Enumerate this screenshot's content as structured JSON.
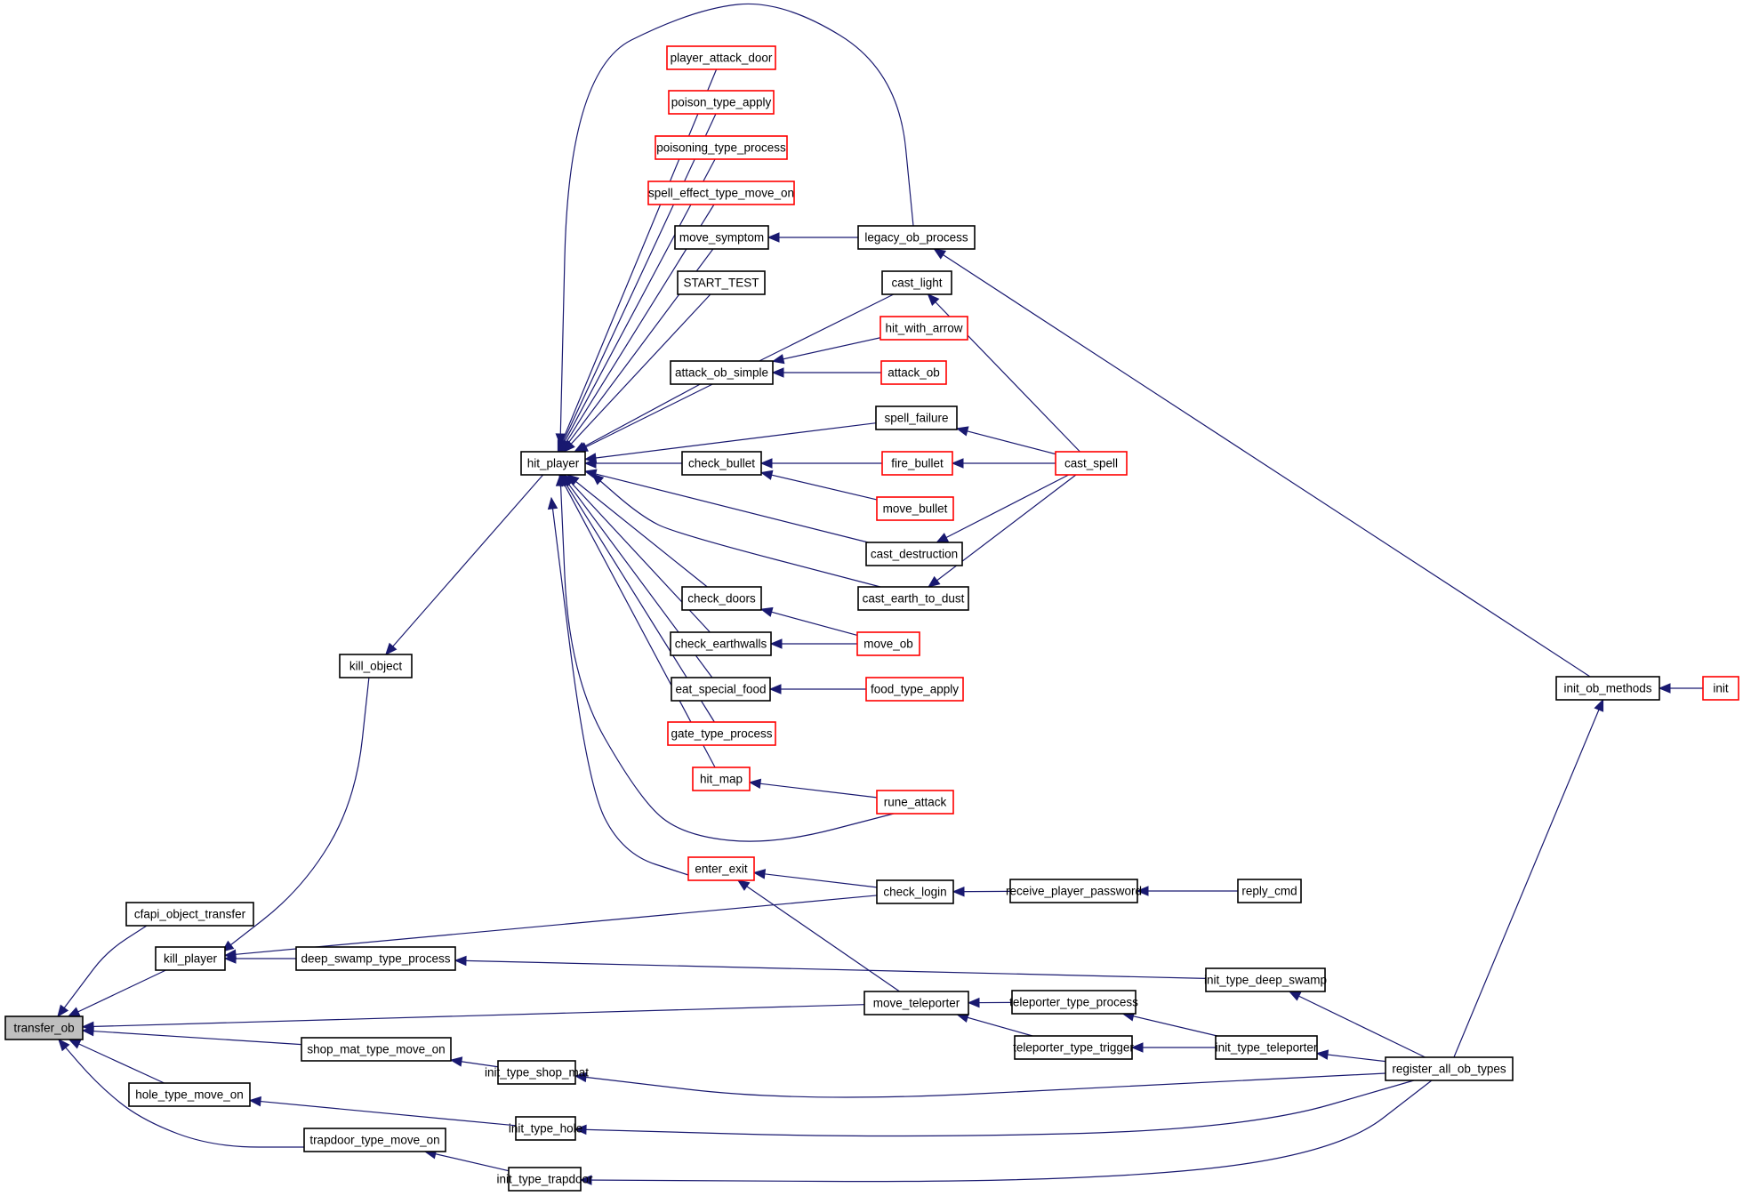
{
  "diagram": {
    "type": "caller-graph",
    "colors": {
      "edge": "#191970",
      "normal_border": "#000000",
      "truncated_border": "#ff0000",
      "root_fill": "#bfbfbf",
      "node_fill": "#ffffff"
    },
    "nodes": [
      {
        "id": "transfer_ob",
        "label": "transfer_ob",
        "style": "root"
      },
      {
        "id": "cfapi_object_transfer",
        "label": "cfapi_object_transfer",
        "style": "normal"
      },
      {
        "id": "kill_player",
        "label": "kill_player",
        "style": "normal"
      },
      {
        "id": "hole_type_move_on",
        "label": "hole_type_move_on",
        "style": "normal"
      },
      {
        "id": "kill_object",
        "label": "kill_object",
        "style": "normal"
      },
      {
        "id": "deep_swamp_type_process",
        "label": "deep_swamp_type_process",
        "style": "normal"
      },
      {
        "id": "shop_mat_type_move_on",
        "label": "shop_mat_type_move_on",
        "style": "normal"
      },
      {
        "id": "trapdoor_type_move_on",
        "label": "trapdoor_type_move_on",
        "style": "normal"
      },
      {
        "id": "hit_player",
        "label": "hit_player",
        "style": "normal"
      },
      {
        "id": "player_attack_door",
        "label": "player_attack_door",
        "style": "truncated"
      },
      {
        "id": "poison_type_apply",
        "label": "poison_type_apply",
        "style": "truncated"
      },
      {
        "id": "poisoning_type_process",
        "label": "poisoning_type_process",
        "style": "truncated"
      },
      {
        "id": "spell_effect_type_move_on",
        "label": "spell_effect_type_move_on",
        "style": "truncated"
      },
      {
        "id": "move_symptom",
        "label": "move_symptom",
        "style": "normal"
      },
      {
        "id": "START_TEST",
        "label": "START_TEST",
        "style": "normal"
      },
      {
        "id": "attack_ob_simple",
        "label": "attack_ob_simple",
        "style": "normal"
      },
      {
        "id": "check_bullet",
        "label": "check_bullet",
        "style": "normal"
      },
      {
        "id": "check_doors",
        "label": "check_doors",
        "style": "normal"
      },
      {
        "id": "check_earthwalls",
        "label": "check_earthwalls",
        "style": "normal"
      },
      {
        "id": "eat_special_food",
        "label": "eat_special_food",
        "style": "normal"
      },
      {
        "id": "gate_type_process",
        "label": "gate_type_process",
        "style": "truncated"
      },
      {
        "id": "hit_map",
        "label": "hit_map",
        "style": "truncated"
      },
      {
        "id": "enter_exit",
        "label": "enter_exit",
        "style": "truncated"
      },
      {
        "id": "init_type_shop_mat",
        "label": "init_type_shop_mat",
        "style": "normal"
      },
      {
        "id": "init_type_hole",
        "label": "init_type_hole",
        "style": "normal"
      },
      {
        "id": "init_type_trapdoor",
        "label": "init_type_trapdoor",
        "style": "normal"
      },
      {
        "id": "legacy_ob_process",
        "label": "legacy_ob_process",
        "style": "normal"
      },
      {
        "id": "cast_light",
        "label": "cast_light",
        "style": "normal"
      },
      {
        "id": "hit_with_arrow",
        "label": "hit_with_arrow",
        "style": "truncated"
      },
      {
        "id": "attack_ob",
        "label": "attack_ob",
        "style": "truncated"
      },
      {
        "id": "spell_failure",
        "label": "spell_failure",
        "style": "normal"
      },
      {
        "id": "fire_bullet",
        "label": "fire_bullet",
        "style": "truncated"
      },
      {
        "id": "move_bullet",
        "label": "move_bullet",
        "style": "truncated"
      },
      {
        "id": "cast_destruction",
        "label": "cast_destruction",
        "style": "normal"
      },
      {
        "id": "cast_earth_to_dust",
        "label": "cast_earth_to_dust",
        "style": "normal"
      },
      {
        "id": "move_ob",
        "label": "move_ob",
        "style": "truncated"
      },
      {
        "id": "food_type_apply",
        "label": "food_type_apply",
        "style": "truncated"
      },
      {
        "id": "rune_attack",
        "label": "rune_attack",
        "style": "truncated"
      },
      {
        "id": "check_login",
        "label": "check_login",
        "style": "normal"
      },
      {
        "id": "move_teleporter",
        "label": "move_teleporter",
        "style": "normal"
      },
      {
        "id": "cast_spell",
        "label": "cast_spell",
        "style": "truncated"
      },
      {
        "id": "receive_player_password",
        "label": "receive_player_password",
        "style": "normal"
      },
      {
        "id": "reply_cmd",
        "label": "reply_cmd",
        "style": "normal"
      },
      {
        "id": "init_type_deep_swamp",
        "label": "init_type_deep_swamp",
        "style": "normal"
      },
      {
        "id": "teleporter_type_process",
        "label": "teleporter_type_process",
        "style": "normal"
      },
      {
        "id": "teleporter_type_trigger",
        "label": "teleporter_type_trigger",
        "style": "normal"
      },
      {
        "id": "init_type_teleporter",
        "label": "init_type_teleporter",
        "style": "normal"
      },
      {
        "id": "init_ob_methods",
        "label": "init_ob_methods",
        "style": "normal"
      },
      {
        "id": "init",
        "label": "init",
        "style": "truncated"
      },
      {
        "id": "register_all_ob_types",
        "label": "register_all_ob_types",
        "style": "normal"
      }
    ],
    "edges": [
      {
        "from": "cfapi_object_transfer",
        "to": "transfer_ob"
      },
      {
        "from": "kill_player",
        "to": "transfer_ob"
      },
      {
        "from": "move_teleporter",
        "to": "transfer_ob"
      },
      {
        "from": "shop_mat_type_move_on",
        "to": "transfer_ob"
      },
      {
        "from": "hole_type_move_on",
        "to": "transfer_ob"
      },
      {
        "from": "trapdoor_type_move_on",
        "to": "transfer_ob"
      },
      {
        "from": "kill_object",
        "to": "kill_player"
      },
      {
        "from": "check_login",
        "to": "kill_player"
      },
      {
        "from": "deep_swamp_type_process",
        "to": "kill_player"
      },
      {
        "from": "hit_player",
        "to": "kill_object"
      },
      {
        "from": "legacy_ob_process",
        "to": "hit_player"
      },
      {
        "from": "player_attack_door",
        "to": "hit_player"
      },
      {
        "from": "poison_type_apply",
        "to": "hit_player"
      },
      {
        "from": "poisoning_type_process",
        "to": "hit_player"
      },
      {
        "from": "spell_effect_type_move_on",
        "to": "hit_player"
      },
      {
        "from": "move_symptom",
        "to": "hit_player"
      },
      {
        "from": "START_TEST",
        "to": "hit_player"
      },
      {
        "from": "cast_light",
        "to": "hit_player"
      },
      {
        "from": "attack_ob_simple",
        "to": "hit_player"
      },
      {
        "from": "spell_failure",
        "to": "hit_player"
      },
      {
        "from": "check_bullet",
        "to": "hit_player"
      },
      {
        "from": "cast_destruction",
        "to": "hit_player"
      },
      {
        "from": "cast_earth_to_dust",
        "to": "hit_player"
      },
      {
        "from": "check_doors",
        "to": "hit_player"
      },
      {
        "from": "check_earthwalls",
        "to": "hit_player"
      },
      {
        "from": "eat_special_food",
        "to": "hit_player"
      },
      {
        "from": "gate_type_process",
        "to": "hit_player"
      },
      {
        "from": "hit_map",
        "to": "hit_player"
      },
      {
        "from": "rune_attack",
        "to": "hit_player"
      },
      {
        "from": "enter_exit",
        "to": "hit_player"
      },
      {
        "from": "legacy_ob_process",
        "to": "move_symptom"
      },
      {
        "from": "hit_with_arrow",
        "to": "attack_ob_simple"
      },
      {
        "from": "attack_ob",
        "to": "attack_ob_simple"
      },
      {
        "from": "fire_bullet",
        "to": "check_bullet"
      },
      {
        "from": "move_bullet",
        "to": "check_bullet"
      },
      {
        "from": "move_ob",
        "to": "check_doors"
      },
      {
        "from": "move_ob",
        "to": "check_earthwalls"
      },
      {
        "from": "food_type_apply",
        "to": "eat_special_food"
      },
      {
        "from": "rune_attack",
        "to": "hit_map"
      },
      {
        "from": "check_login",
        "to": "enter_exit"
      },
      {
        "from": "move_teleporter",
        "to": "enter_exit"
      },
      {
        "from": "init_ob_methods",
        "to": "legacy_ob_process"
      },
      {
        "from": "cast_spell",
        "to": "cast_light"
      },
      {
        "from": "cast_spell",
        "to": "spell_failure"
      },
      {
        "from": "cast_spell",
        "to": "fire_bullet"
      },
      {
        "from": "cast_spell",
        "to": "cast_destruction"
      },
      {
        "from": "cast_spell",
        "to": "cast_earth_to_dust"
      },
      {
        "from": "receive_player_password",
        "to": "check_login"
      },
      {
        "from": "reply_cmd",
        "to": "receive_player_password"
      },
      {
        "from": "init_type_deep_swamp",
        "to": "deep_swamp_type_process"
      },
      {
        "from": "init_type_shop_mat",
        "to": "shop_mat_type_move_on"
      },
      {
        "from": "init_type_hole",
        "to": "hole_type_move_on"
      },
      {
        "from": "init_type_trapdoor",
        "to": "trapdoor_type_move_on"
      },
      {
        "from": "teleporter_type_process",
        "to": "move_teleporter"
      },
      {
        "from": "teleporter_type_trigger",
        "to": "move_teleporter"
      },
      {
        "from": "init_type_teleporter",
        "to": "teleporter_type_process"
      },
      {
        "from": "init_type_teleporter",
        "to": "teleporter_type_trigger"
      },
      {
        "from": "register_all_ob_types",
        "to": "init_type_deep_swamp"
      },
      {
        "from": "register_all_ob_types",
        "to": "init_type_teleporter"
      },
      {
        "from": "register_all_ob_types",
        "to": "init_type_shop_mat"
      },
      {
        "from": "register_all_ob_types",
        "to": "init_type_hole"
      },
      {
        "from": "register_all_ob_types",
        "to": "init_type_trapdoor"
      },
      {
        "from": "register_all_ob_types",
        "to": "init_ob_methods"
      },
      {
        "from": "init",
        "to": "init_ob_methods"
      }
    ]
  }
}
